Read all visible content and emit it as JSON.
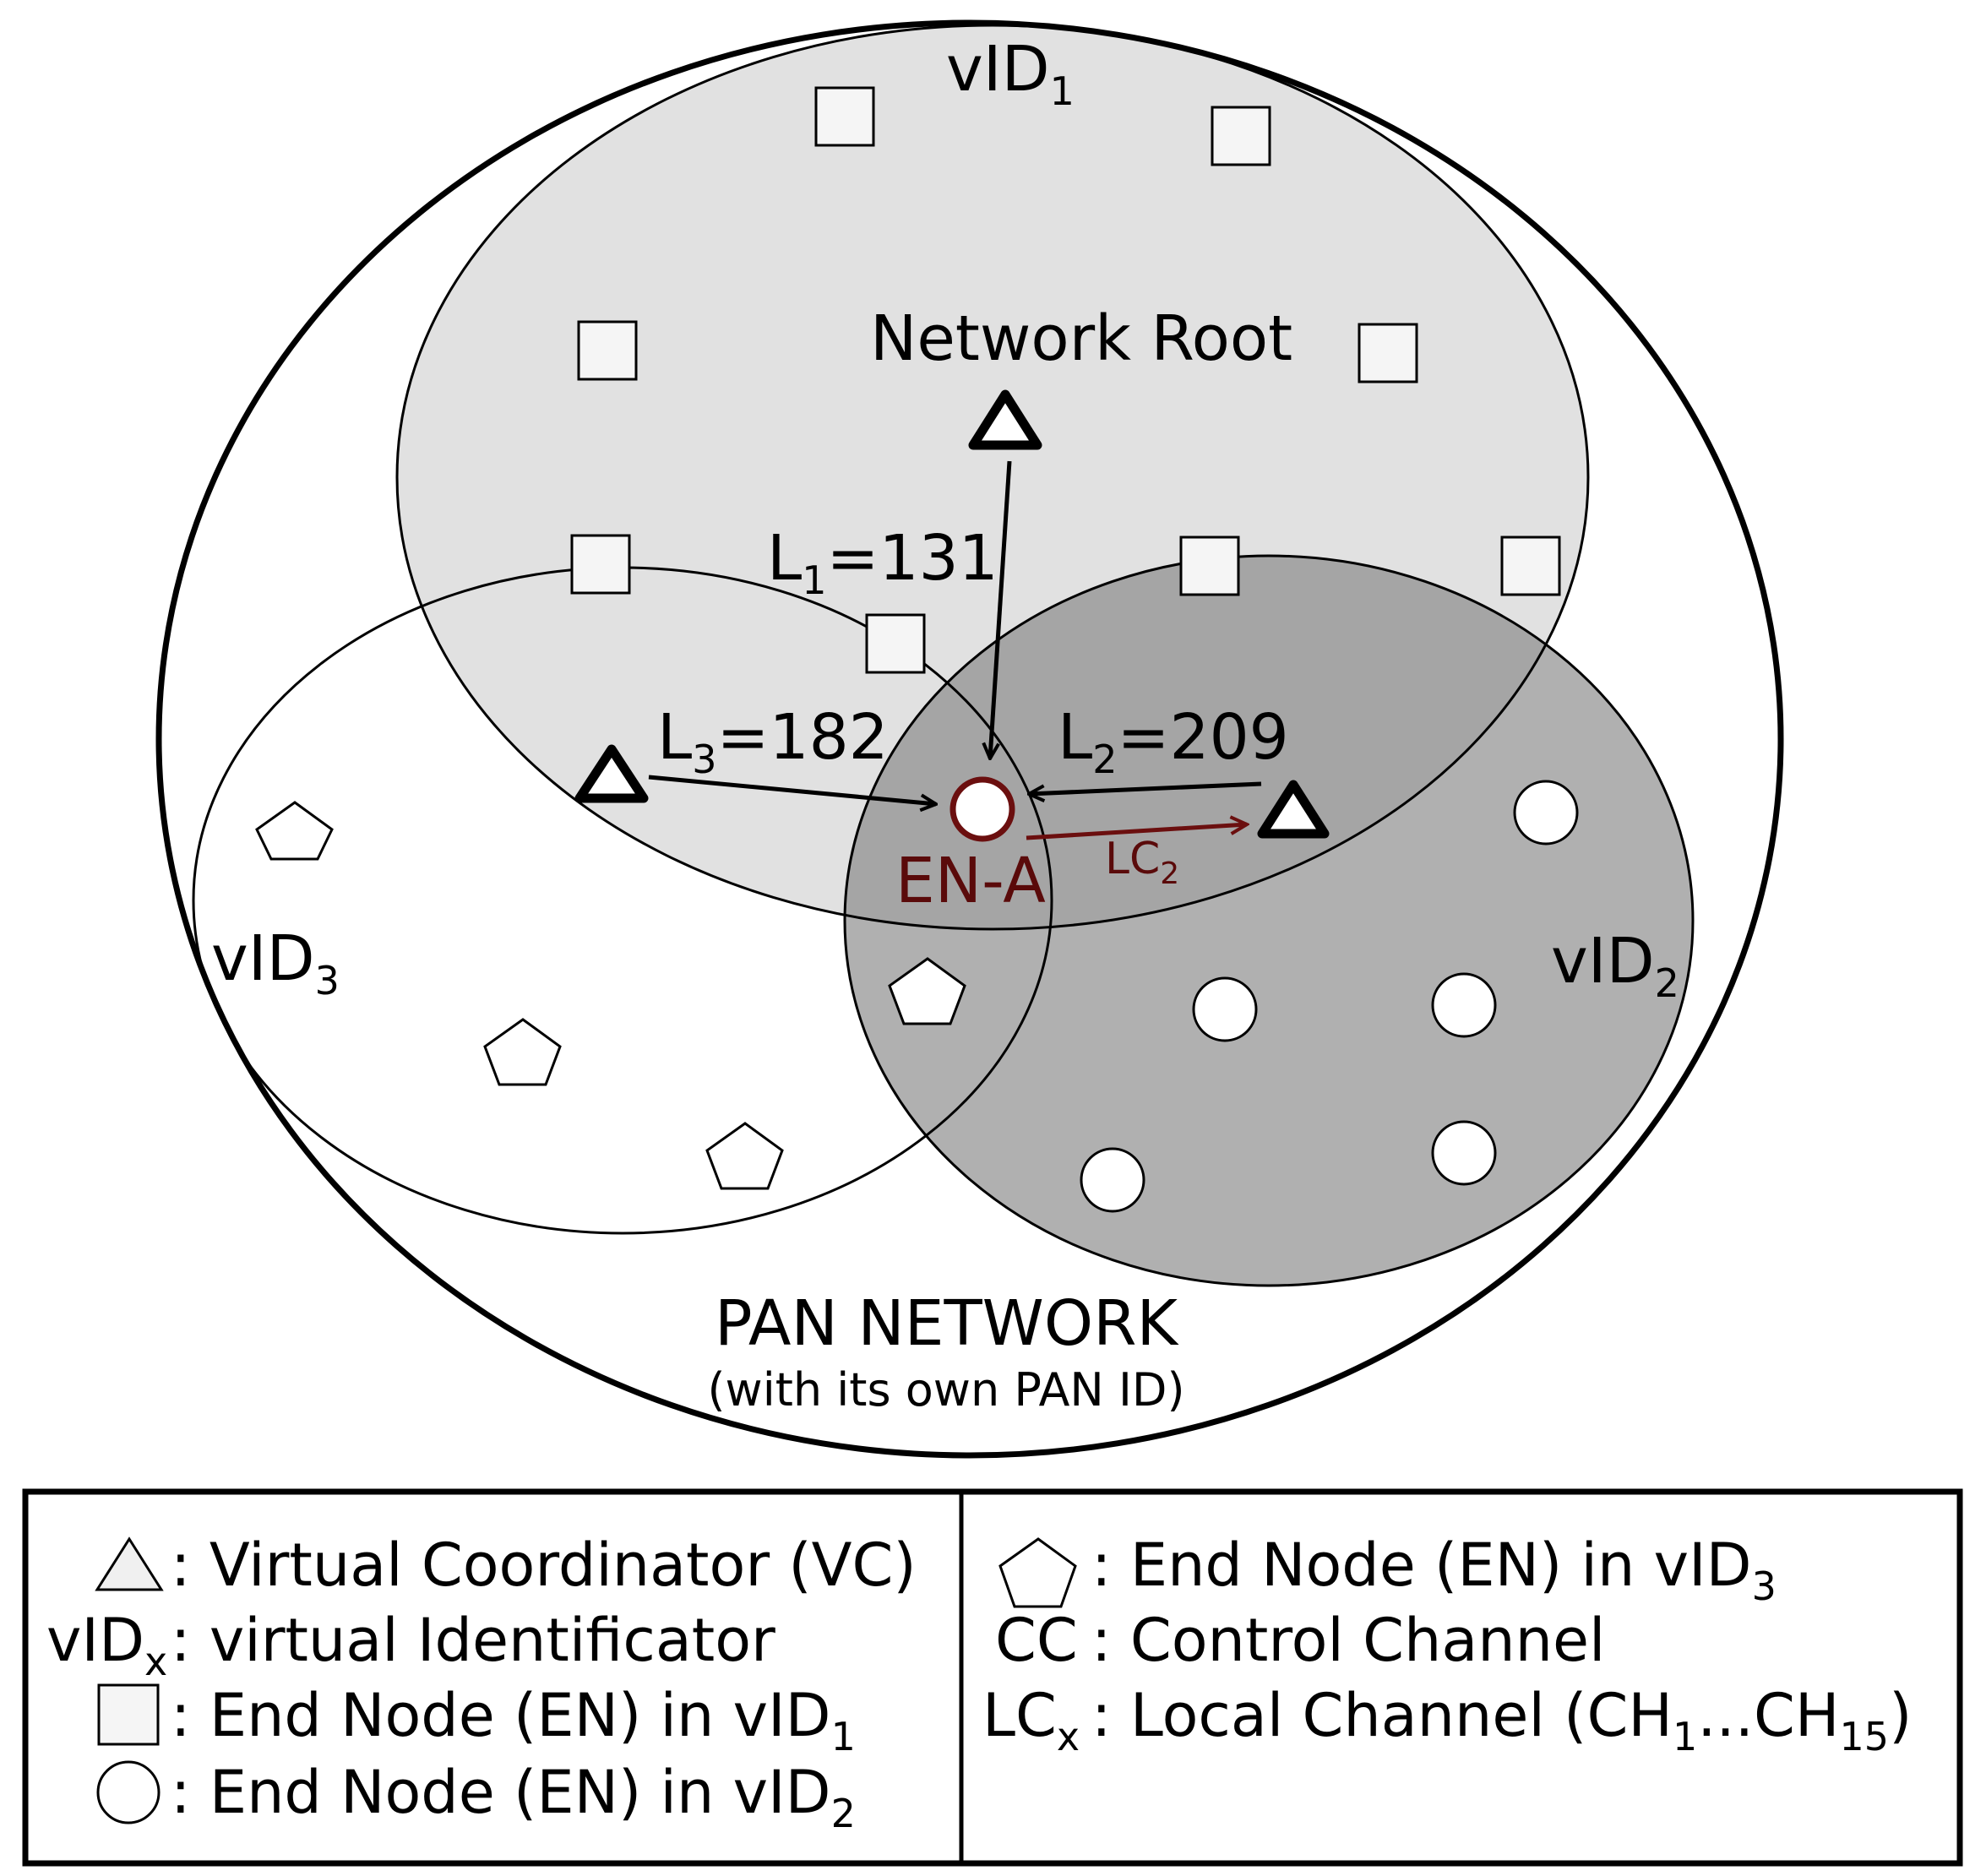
{
  "colors": {
    "vid1_fill": "#e0e0e0",
    "vid2_fill": "#7f7f7f",
    "vid3_fill": "#ffffff",
    "node_fill": "#f5f5f5",
    "en_a_stroke": "#6b0f0f",
    "lc2_arrow": "#6b0f0f",
    "line": "#000000"
  },
  "regions": {
    "vid1": {
      "base": "vID",
      "subscript": "1"
    },
    "vid2": {
      "base": "vID",
      "subscript": "2"
    },
    "vid3": {
      "base": "vID",
      "subscript": "3"
    }
  },
  "network_root_label": "Network Root",
  "links": {
    "l1": {
      "base": "L",
      "subscript": "1",
      "value": "=131"
    },
    "l2": {
      "base": "L",
      "subscript": "2",
      "value": "=209"
    },
    "l3": {
      "base": "L",
      "subscript": "3",
      "value": "=182"
    }
  },
  "en_a_label": "EN-A",
  "lc2_label": {
    "base": "LC",
    "subscript": "2"
  },
  "pan": {
    "title": "PAN NETWORK",
    "subtitle": "(with its own PAN ID)"
  },
  "legend": {
    "vc": ": Virtual Coordinator (VC)",
    "vidx_symbol": {
      "base": "vID",
      "subscript": "x"
    },
    "vidx_text": ": virtual Identificator",
    "en_vid1": {
      "prefix": ": End Node (EN) in vID",
      "subscript": "1"
    },
    "en_vid2": {
      "prefix": ": End Node (EN) in vID",
      "subscript": "2"
    },
    "en_vid3": {
      "prefix": ": End Node (EN) in vID",
      "subscript": "3"
    },
    "cc_symbol": "CC",
    "cc_text": ": Control Channel",
    "lcx_symbol": {
      "base": "LC",
      "subscript": "x"
    },
    "lcx_text": {
      "prefix": ": Local Channel (CH",
      "sub1": "1",
      "middle": "...CH",
      "sub2": "15",
      "suffix": ")"
    }
  }
}
